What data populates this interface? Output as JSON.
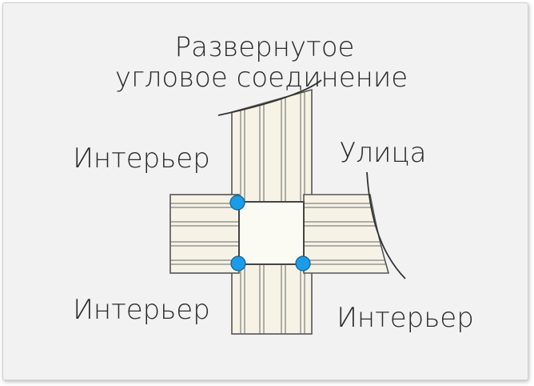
{
  "title": {
    "line1": "Развернутое",
    "line2": "угловое соединение"
  },
  "labels": {
    "top_left": "Интерьер",
    "top_right": "Улица",
    "bottom_left": "Интерьер",
    "bottom_right": "Интерьер"
  },
  "colors": {
    "profile_fill": "#f6f3e6",
    "connector_fill": "#fcfbf3",
    "stroke": "#555555",
    "joint_dot": "#1a9de8",
    "background": "#f2f2f2"
  }
}
